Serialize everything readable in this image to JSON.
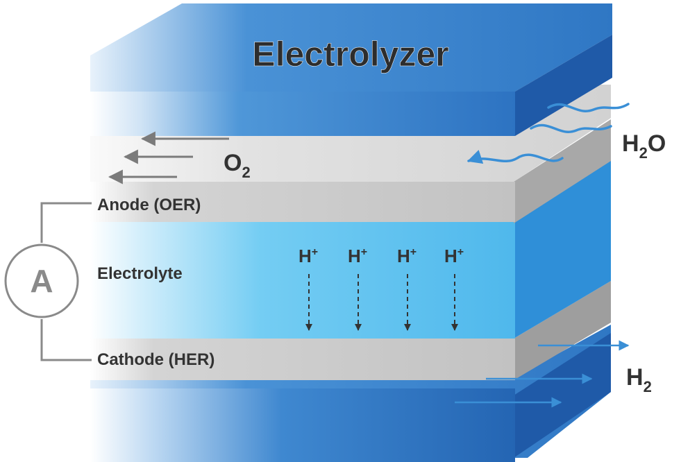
{
  "title": "Electrolyzer",
  "labels": {
    "anode": "Anode (OER)",
    "electrolyte": "Electrolyte",
    "cathode": "Cathode (HER)",
    "ammeter": "A"
  },
  "species": {
    "oxygen": {
      "base": "O",
      "sub": "2"
    },
    "water": {
      "base": "H",
      "sub": "2",
      "tail": "O"
    },
    "hydrogen": {
      "base": "H",
      "sub": "2"
    },
    "proton": {
      "base": "H",
      "sup": "+"
    }
  },
  "colors": {
    "blue_dark": "#1f5fb0",
    "blue_mid": "#3a86d2",
    "blue_light": "#5cc1f0",
    "gray_front": "#c4c4c4",
    "gray_top": "#dcdcdc",
    "text_dark": "#333333",
    "arrow_blue": "#3a8fd6",
    "arrow_gray": "#7b7b7b"
  }
}
